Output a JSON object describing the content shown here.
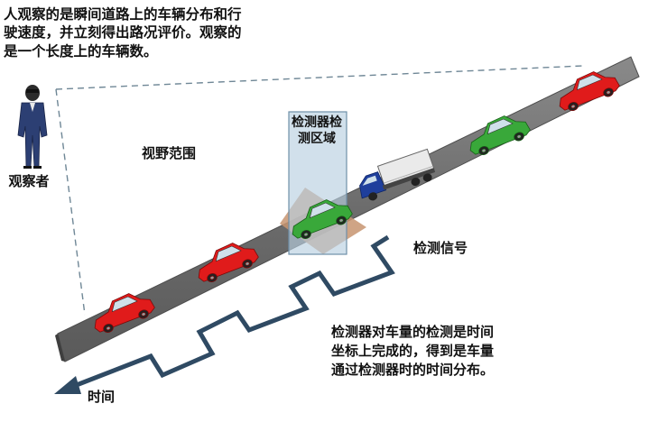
{
  "texts": {
    "top_note": "人观察的是瞬间道路上的车辆分布和行驶速度，并立刻得出路况评价。观察的是一个长度上的车辆数。",
    "observer": "观察者",
    "view_range": "视野范围",
    "detector_zone": "检测器检测区域",
    "detection_signal": "检测信号",
    "bottom_note": "检测器对车量的检测是时间坐标上完成的，得到是车量通过检测器时的时间分布。",
    "time_axis": "时间"
  },
  "colors": {
    "road": "#6c6c6c",
    "road_edge": "#4d4d4d",
    "signal_line": "#2f4a63",
    "zone_fill": "#b8cfe0",
    "zone_stroke": "#6f8fa8",
    "car_red": "#e01b1b",
    "car_green": "#39a83a",
    "truck_cab": "#1f3f9c"
  },
  "icons": [
    "observer-person-icon",
    "red-car-icon",
    "green-car-icon",
    "truck-icon",
    "time-arrow-icon"
  ]
}
